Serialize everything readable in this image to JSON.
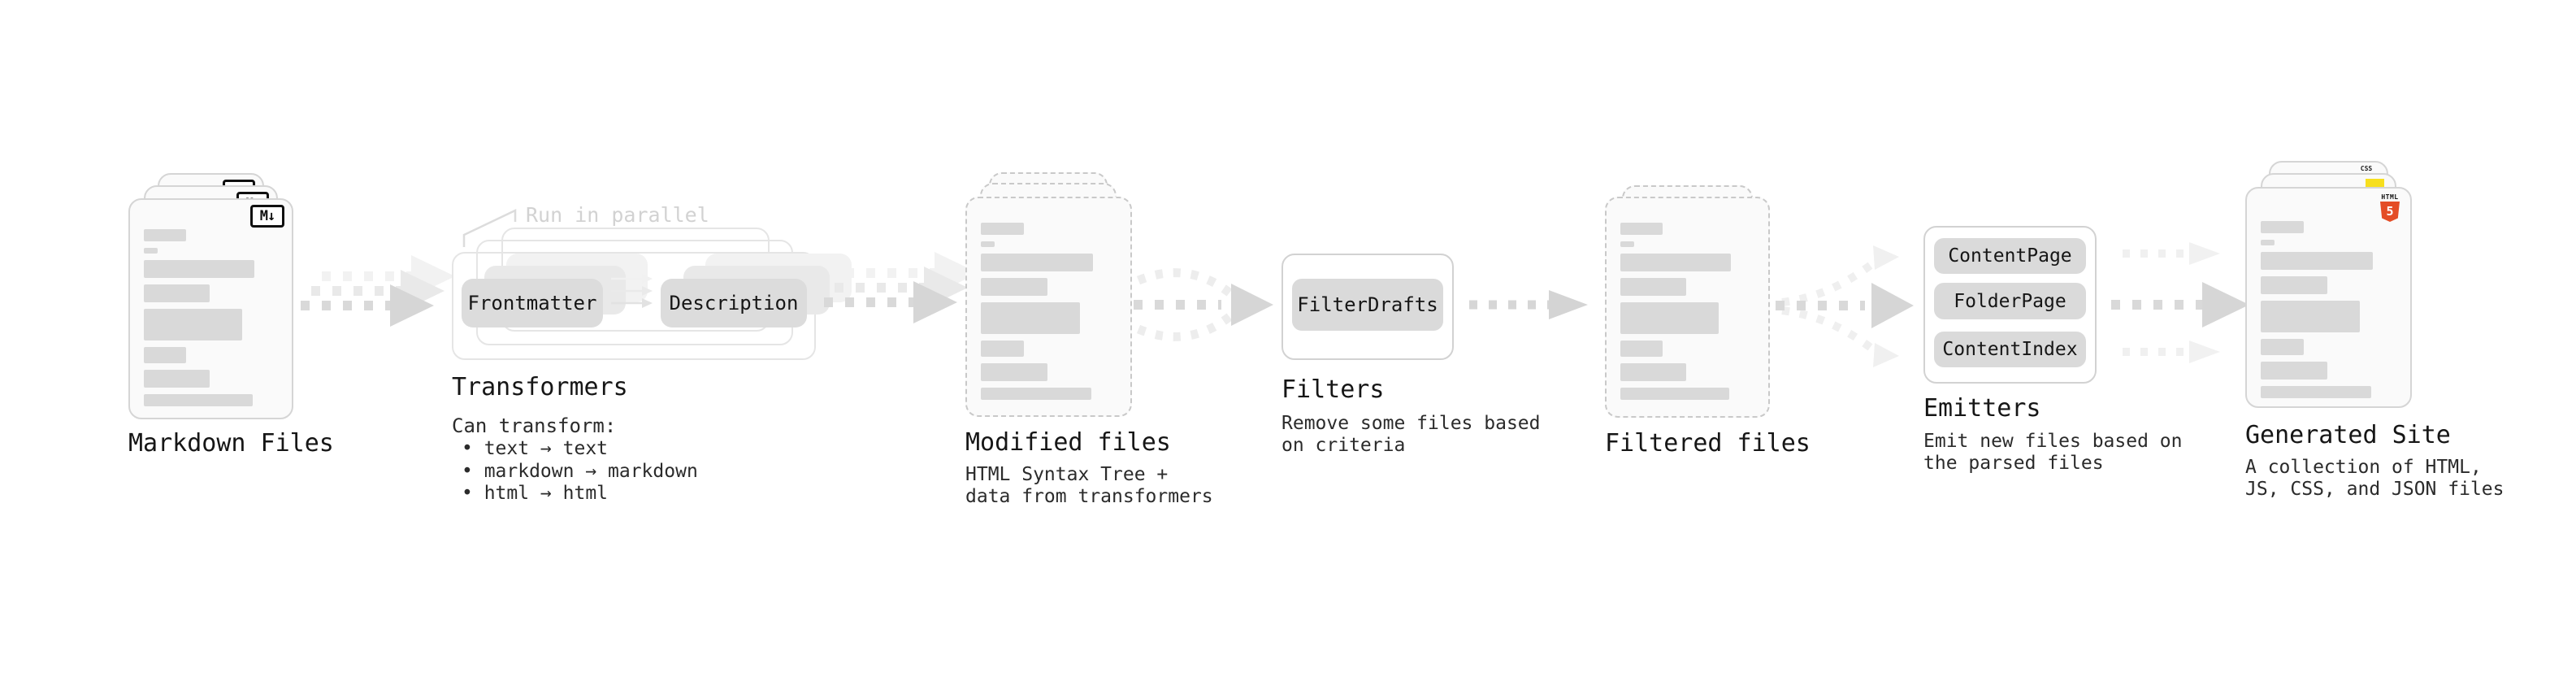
{
  "canvas": {
    "bg": "#ffffff"
  },
  "colors": {
    "doc_border": "#d5d5d5",
    "doc_fill": "#fafafa",
    "bar": "#d9d9d9",
    "arrow_dark": "#d9d9d9",
    "arrow_light": "#efefef",
    "accent_html5_orange": "#e44d26",
    "accent_js_yellow": "#f7df1e",
    "accent_css_blue": "#2965f1"
  },
  "doc_bars": [
    [
      31,
      15
    ],
    [
      10,
      7
    ],
    [
      81,
      22
    ],
    [
      48,
      22
    ],
    [
      72,
      39
    ],
    [
      31,
      20
    ],
    [
      48,
      22
    ],
    [
      80,
      15
    ]
  ],
  "nodes": {
    "markdown": {
      "label": "Markdown Files",
      "icon_text": "M↓"
    },
    "transformers": {
      "label": "Transformers",
      "callout": "Run in parallel",
      "pill_left": "Frontmatter",
      "pill_right": "Description",
      "desc_title": "Can transform:",
      "bullets": [
        "• text → text",
        "• markdown → markdown",
        "• html → html"
      ]
    },
    "modified": {
      "label": "Modified files",
      "desc": [
        "HTML Syntax Tree +",
        "data from transformers"
      ]
    },
    "filters": {
      "label": "Filters",
      "pill": "FilterDrafts",
      "desc": [
        "Remove some files based",
        "on criteria"
      ]
    },
    "filtered": {
      "label": "Filtered files"
    },
    "emitters": {
      "label": "Emitters",
      "pills": [
        "ContentPage",
        "FolderPage",
        "ContentIndex"
      ],
      "desc": [
        "Emit new files based on",
        "the parsed files"
      ]
    },
    "generated": {
      "label": "Generated Site",
      "badge_css": "CSS",
      "badge_html_word": "HTML",
      "badge_html_num": "5",
      "desc": [
        "A collection of HTML,",
        "JS, CSS, and JSON files"
      ]
    }
  }
}
